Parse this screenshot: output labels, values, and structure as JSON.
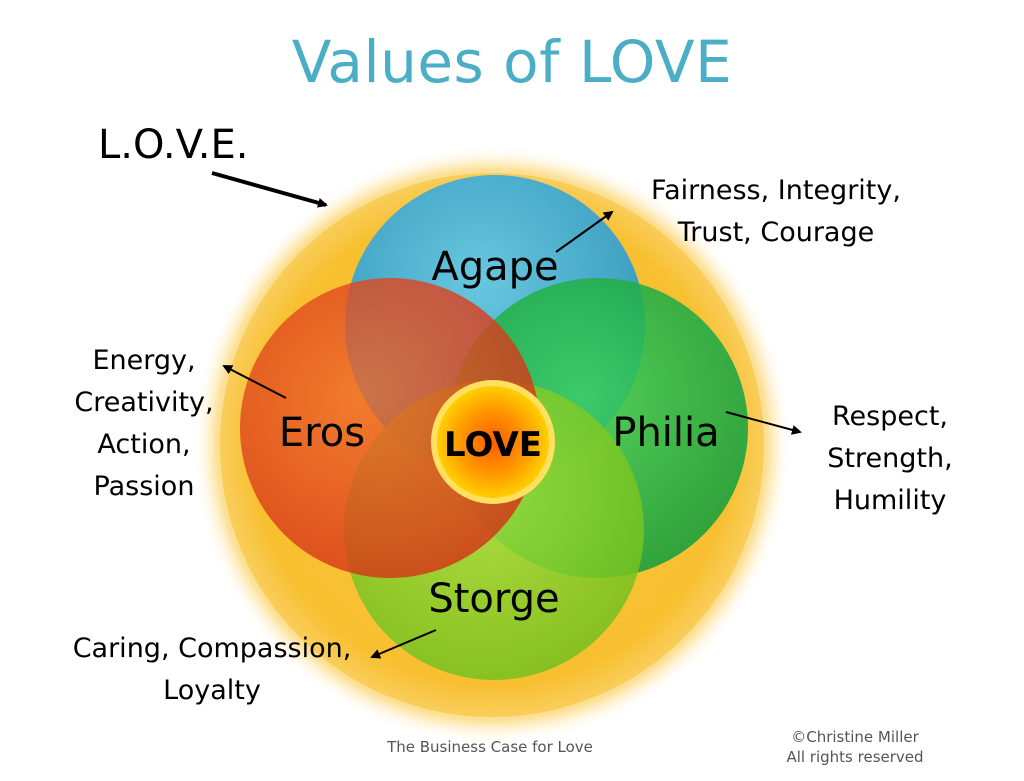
{
  "title": "Values of LOVE",
  "outer_label": "L.O.V.E.",
  "center": "LOVE",
  "circles": {
    "agape": {
      "name": "Agape",
      "color": "#2aa8d8",
      "values": [
        "Fairness, Integrity,",
        "Trust, Courage"
      ]
    },
    "eros": {
      "name": "Eros",
      "color": "#e2401c",
      "values": [
        "Energy,",
        "Creativity,",
        "Action,",
        "Passion"
      ]
    },
    "philia": {
      "name": "Philia",
      "color": "#18b048",
      "values": [
        "Respect,",
        "Strength,",
        "Humility"
      ]
    },
    "storge": {
      "name": "Storge",
      "color": "#8cd42a",
      "values": [
        "Caring, Compassion,",
        "Loyalty"
      ]
    }
  },
  "footer": "The Business Case for Love",
  "copyright": [
    "©Christine Miller",
    "All rights reserved"
  ],
  "colors": {
    "title": "#4aaec6",
    "outer_glow": "#f8c030",
    "center_fill": "#ff8a00"
  }
}
